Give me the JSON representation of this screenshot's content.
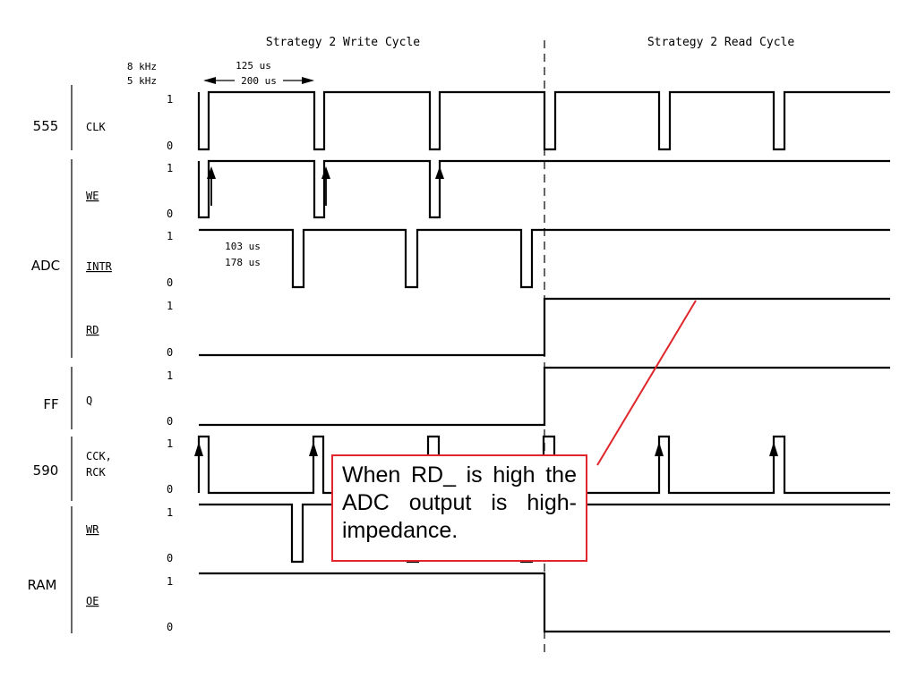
{
  "header": {
    "write_cycle": "Strategy 2 Write Cycle",
    "read_cycle": "Strategy 2 Read Cycle"
  },
  "freq": {
    "f1": "8 kHz",
    "f2": "5 kHz"
  },
  "period": {
    "p1": "125 us",
    "p2": "200 us"
  },
  "intr_timing": {
    "t1": "103 us",
    "t2": "178 us"
  },
  "level_high": "1",
  "level_low": "0",
  "groups": [
    {
      "id": "555",
      "label": "555"
    },
    {
      "id": "adc",
      "label": "ADC"
    },
    {
      "id": "ff",
      "label": "FF"
    },
    {
      "id": "590",
      "label": "590"
    },
    {
      "id": "ram",
      "label": "RAM"
    }
  ],
  "signals": [
    {
      "id": "clk",
      "label": "CLK",
      "overline": false
    },
    {
      "id": "we",
      "label": "WE",
      "overline": true
    },
    {
      "id": "intr",
      "label": "INTR",
      "overline": true
    },
    {
      "id": "rd",
      "label": "RD",
      "overline": true
    },
    {
      "id": "q",
      "label": "Q",
      "overline": false
    },
    {
      "id": "cck",
      "label": "CCK,",
      "label2": "RCK",
      "overline": false
    },
    {
      "id": "wr",
      "label": "WR",
      "overline": true
    },
    {
      "id": "oe",
      "label": "OE",
      "overline": true
    }
  ],
  "callout": {
    "text": "When RD_ is high the ADC output is high-impedance.",
    "color": "#e0262b"
  }
}
